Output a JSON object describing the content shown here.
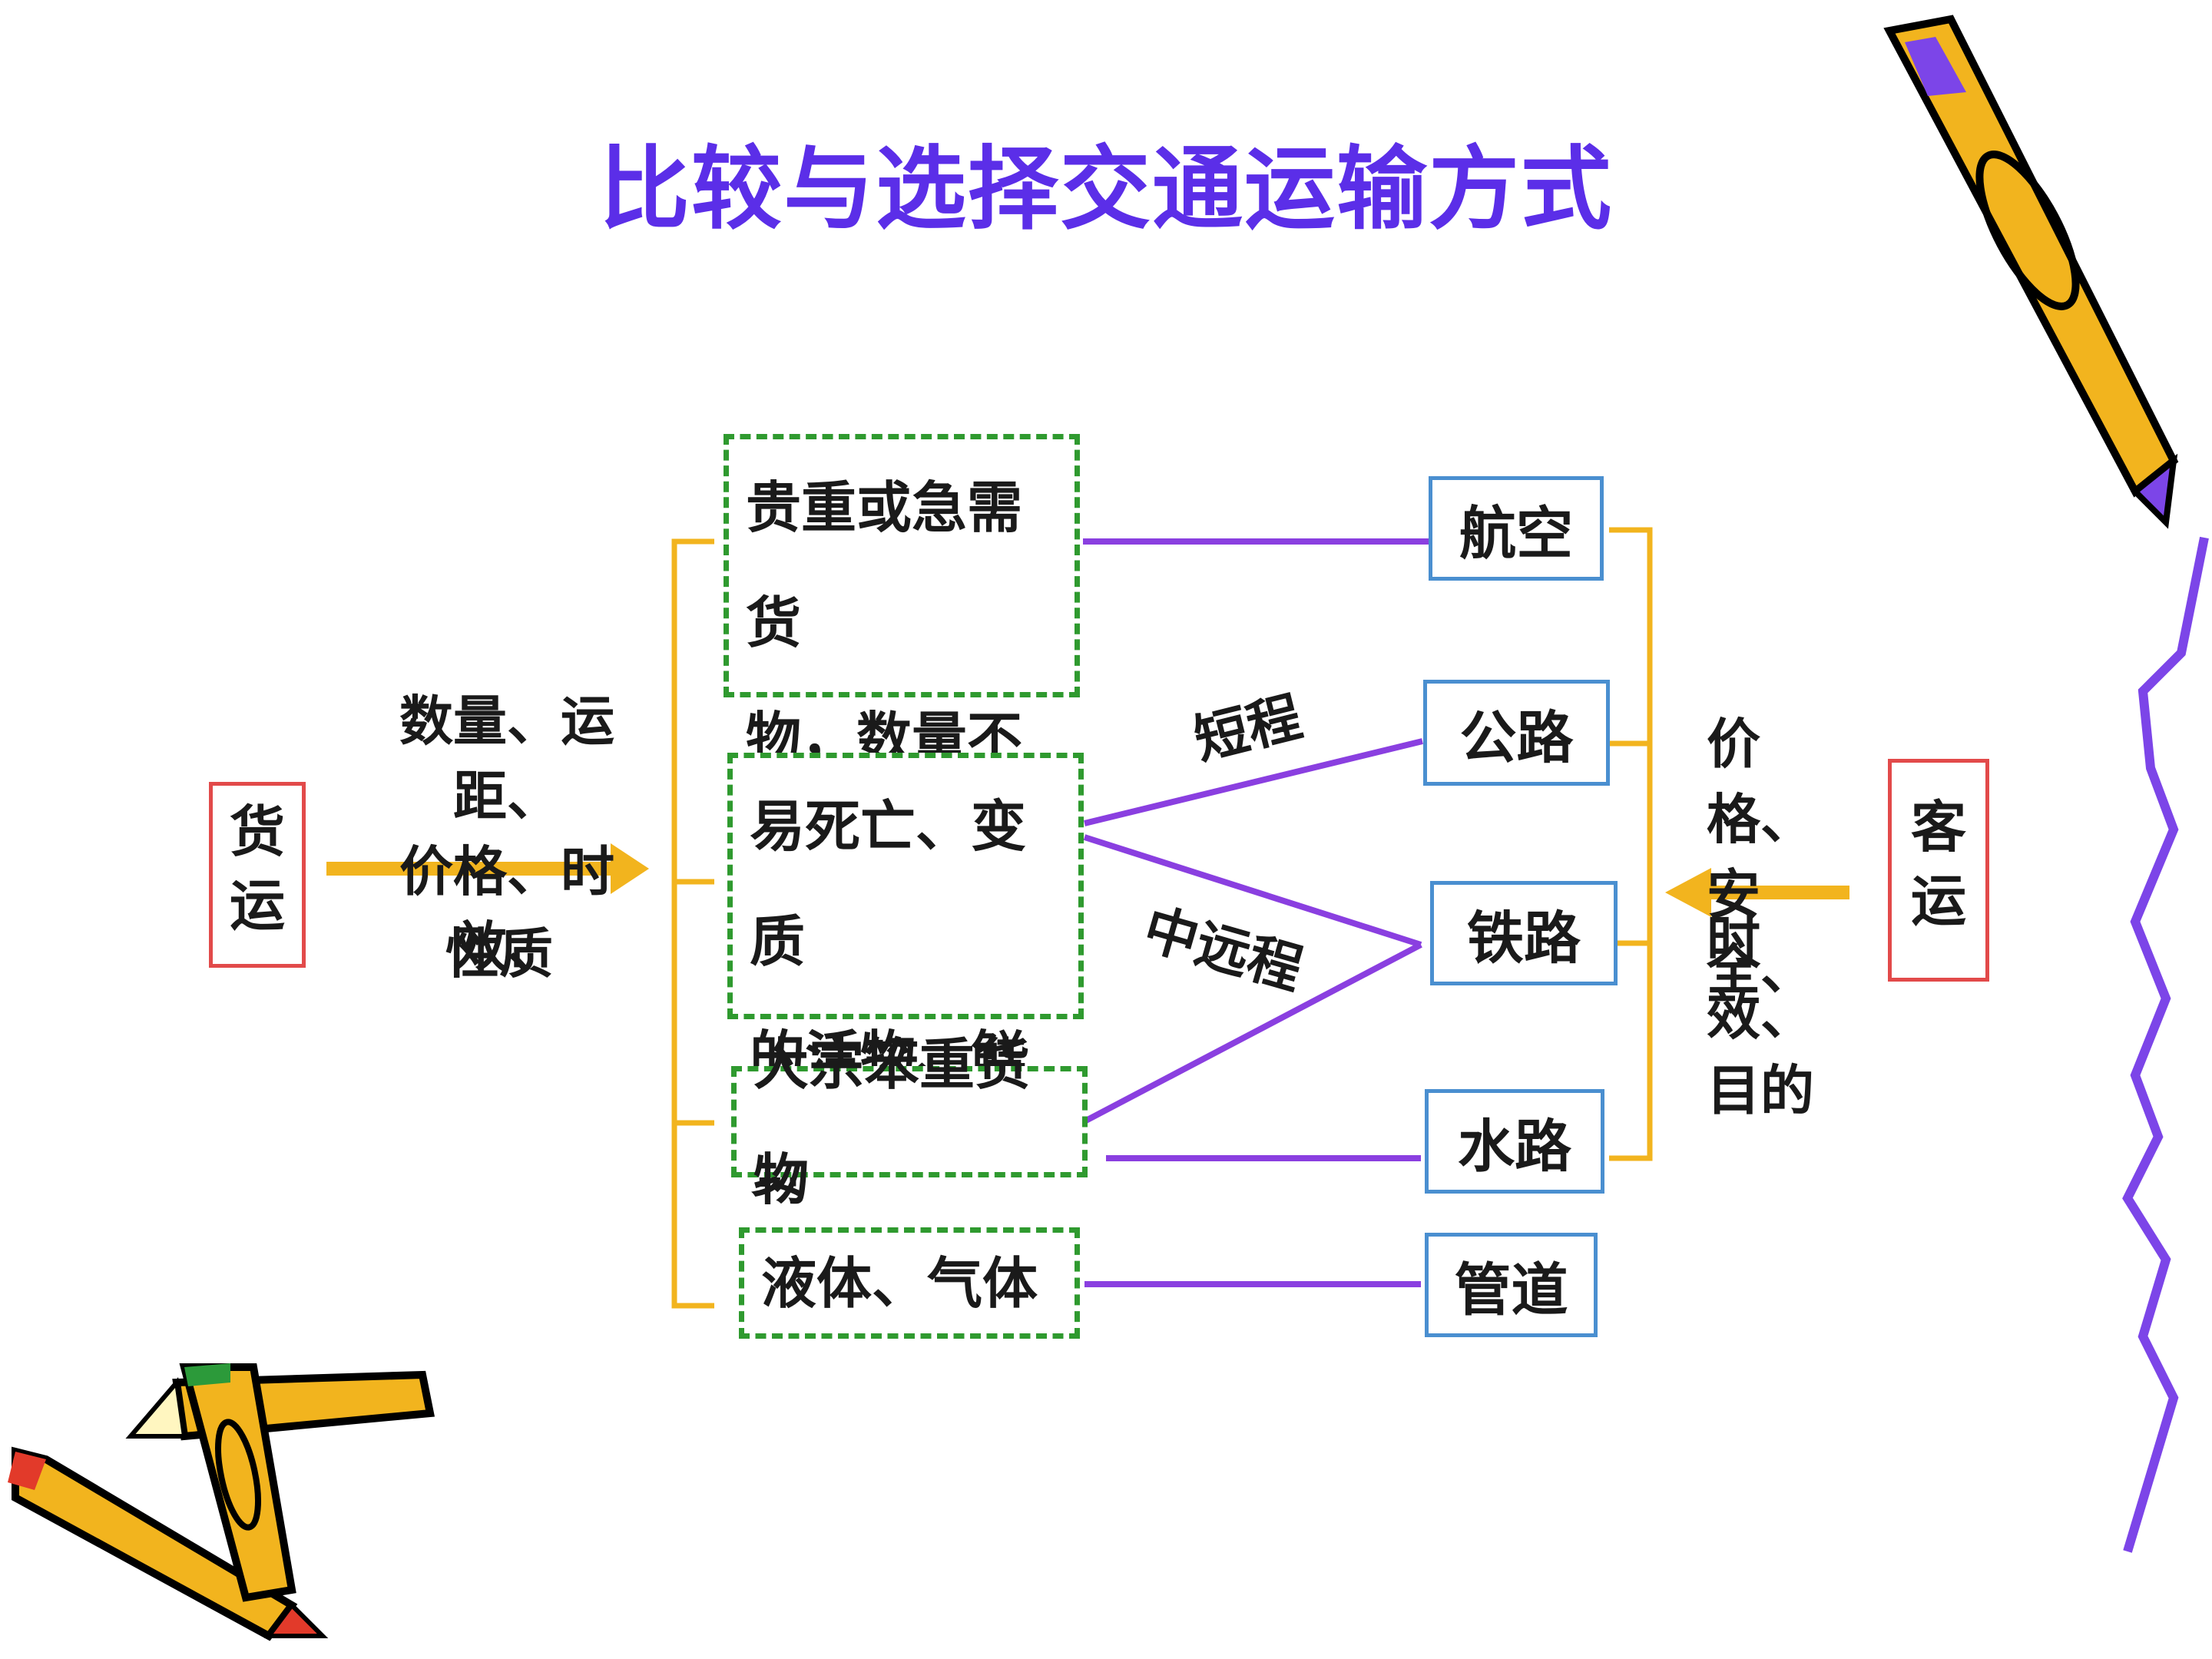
{
  "title": "比较与选择交通运输方式",
  "freight": {
    "label_line1": "货",
    "label_line2": "运",
    "factors_line1": "数量、运距、",
    "factors_line2": "价格、时效、",
    "factors_line3": "性质"
  },
  "passenger": {
    "label_line1": "客",
    "label_line2": "运",
    "factors_line1": "价格、",
    "factors_line2": "安全、",
    "factors_line3": "时效、",
    "factors_line4": "目的"
  },
  "cargo_types": {
    "valuable_line1": "贵重或急需货",
    "valuable_line2": "物，数量不大",
    "perishable_line1": "易死亡、变质",
    "perishable_line2": "的活物、鲜货",
    "bulk": "大宗笨重货物",
    "fluid": "液体、气体"
  },
  "modes": {
    "air": "航空",
    "road": "公路",
    "rail": "铁路",
    "water": "水路",
    "pipeline": "管道"
  },
  "distance_labels": {
    "short": "短程",
    "medium_long": "中远程"
  },
  "colors": {
    "title": "#5b2ee8",
    "connector": "#8a3fe0",
    "arrow": "#f2b41e",
    "dashed_border": "#2f9a2f",
    "mode_border": "#4a8fd0",
    "label_border": "#e24a4a"
  }
}
